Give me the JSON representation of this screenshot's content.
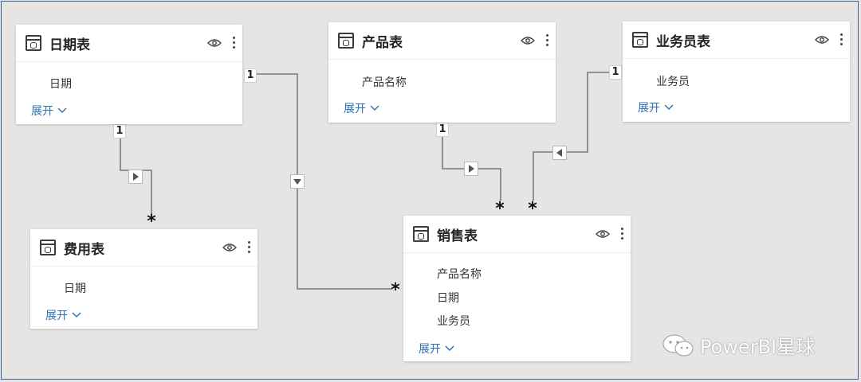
{
  "tables": {
    "date": {
      "title": "日期表",
      "fields": [
        "日期"
      ],
      "expand_label": "展开"
    },
    "product": {
      "title": "产品表",
      "fields": [
        "产品名称"
      ],
      "expand_label": "展开"
    },
    "salesperson": {
      "title": "业务员表",
      "fields": [
        "业务员"
      ],
      "expand_label": "展开"
    },
    "expense": {
      "title": "费用表",
      "fields": [
        "日期"
      ],
      "expand_label": "展开"
    },
    "sales": {
      "title": "销售表",
      "fields": [
        "产品名称",
        "日期",
        "业务员"
      ],
      "expand_label": "展开"
    }
  },
  "relationships": {
    "one_label": "1",
    "many_label": "*"
  },
  "watermark": {
    "text": "PowerBI星球"
  },
  "colors": {
    "background": "#e6e5e4",
    "link": "#2b6fb6",
    "line": "#777777"
  }
}
